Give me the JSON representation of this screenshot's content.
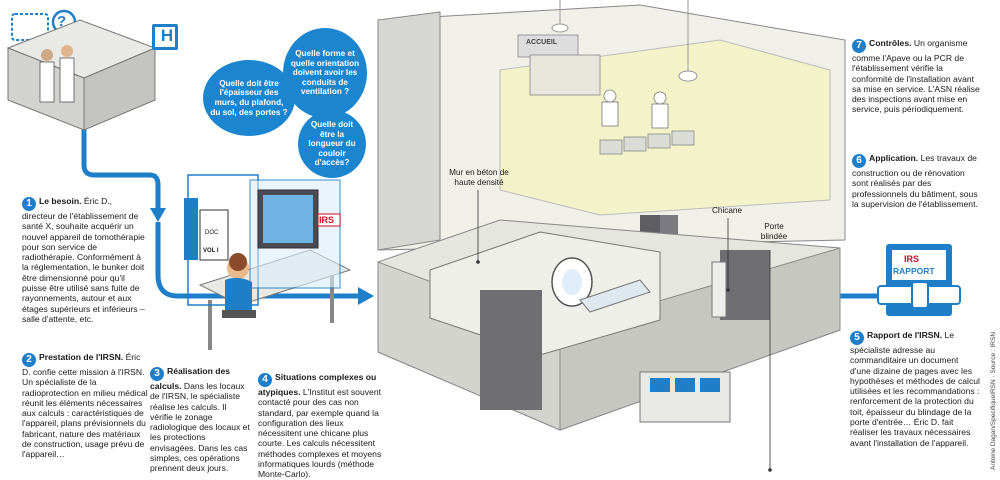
{
  "bubbles": {
    "b1": "Quelle doit être l'épaisseur des murs, du plafond, du sol, des portes ?",
    "b2": "Quelle forme et quelle orientation doivent avoir les conduits de ventilation ?",
    "b3": "Quelle doit être la longueur du couloir d'accès?"
  },
  "signs": {
    "hospital": "H",
    "question": "?",
    "irsn_screen": "IRS",
    "binder_doc": "DOC",
    "binder_vol": "VOL I",
    "accueil": "ACCUEIL",
    "report_brand": "IRS",
    "report_title": "RAPPORT"
  },
  "labels": {
    "mur": "Mur en béton de haute densité",
    "chicane": "Chicane",
    "porte": "Porte blindée"
  },
  "steps": [
    {
      "num": "1",
      "title": "Le besoin.",
      "text": "Éric D., directeur de l'établissement de santé X, souhaite acquérir un nouvel appareil de tomothérapie pour son service de radiothérapie. Conformément à la réglementation, le bunker doit être dimensionné pour qu'il puisse être utilisé sans fuite de rayonnements, autour et aux étages supérieurs et inférieurs – salle d'attente, etc."
    },
    {
      "num": "2",
      "title": "Prestation de l'IRSN.",
      "text": "Éric D. confie cette mission à l'IRSN. Un spécialiste de la radioprotection en milieu médical réunit les éléments nécessaires aux calculs : caractéristiques de l'appareil, plans prévisionnels du fabricant, nature des matériaux de construction, usage prévu de l'appareil…"
    },
    {
      "num": "3",
      "title": "Réalisation des calculs.",
      "text": "Dans les locaux de l'IRSN, le spécialiste réalise les calculs. Il vérifie le zonage radiologique des locaux et les protections envisagées. Dans les cas simples, ces opérations prennent deux jours."
    },
    {
      "num": "4",
      "title": "Situations complexes ou atypiques.",
      "text": "L'Institut est souvent contacté pour des cas non standard, par exemple quand la configuration des lieux nécessitent une chicane plus courte. Les calculs nécessitent méthodes complexes et moyens informatiques lourds (méthode Monte-Carlo)."
    },
    {
      "num": "5",
      "title": "Rapport de l'IRSN.",
      "text": "Le spécialiste adresse au commanditaire un document d'une dizaine de pages avec les hypothèses et méthodes de calcul utilisées et les recommandations : renforcement de la protection du toit, épaisseur du blindage de la porte d'entrée… Éric D. fait réaliser les travaux nécessaires avant l'installation de l'appareil."
    },
    {
      "num": "6",
      "title": "Application.",
      "text": "Les travaux de construction ou de rénovation sont réalisés par des professionnels du bâtiment, sous la supervision de l'établissement."
    },
    {
      "num": "7",
      "title": "Contrôles.",
      "text": "Un organisme comme l'Apave ou la PCR de l'établissement vérifie la conformité de l'installation avant sa mise en service. L'ASN réalise des inspections avant mise en service, puis périodiquement."
    }
  ],
  "credit": "Antoine Dagan/SpecifiqueIRSN · Source : IRSN",
  "colors": {
    "accent": "#1e7fc8",
    "floor": "#ecebe4",
    "wall": "#d8d8d4",
    "dark_wall": "#6f6f73",
    "light_room": "#f4f2c9"
  }
}
